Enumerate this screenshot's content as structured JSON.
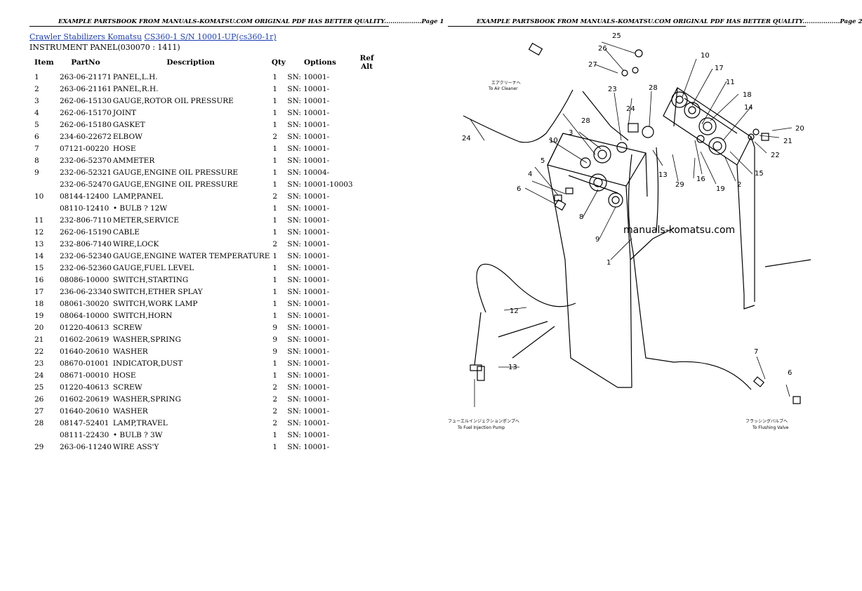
{
  "page1_header": "EXAMPLE PARTSBOOK FROM MANUALS-KOMATSU.COM ORIGINAL PDF HAS BETTER QUALITY..................Page 1",
  "page2_header": "EXAMPLE PARTSBOOK FROM MANUALS-KOMATSU.COM ORIGINAL PDF HAS BETTER QUALITY..................Page 2",
  "breadcrumb": {
    "link1": "Crawler Stabilizers Komatsu",
    "link2": "CS360-1 S/N 10001-UP(cs360-1r)"
  },
  "section_title": "INSTRUMENT PANEL(030070 : 1411)",
  "columns": [
    "Item",
    "PartNo",
    "Description",
    "Qty",
    "Options",
    "Ref Alt"
  ],
  "rows": [
    {
      "item": "1",
      "partno": "263-06-21171",
      "desc": "PANEL,L.H.",
      "qty": "1",
      "opt": "SN: 10001-"
    },
    {
      "item": "2",
      "partno": "263-06-21161",
      "desc": "PANEL,R.H.",
      "qty": "1",
      "opt": "SN: 10001-"
    },
    {
      "item": "3",
      "partno": "262-06-15130",
      "desc": "GAUGE,ROTOR OIL PRESSURE",
      "qty": "1",
      "opt": "SN: 10001-"
    },
    {
      "item": "4",
      "partno": "262-06-15170",
      "desc": "JOINT",
      "qty": "1",
      "opt": "SN: 10001-"
    },
    {
      "item": "5",
      "partno": "262-06-15180",
      "desc": "GASKET",
      "qty": "1",
      "opt": "SN: 10001-"
    },
    {
      "item": "6",
      "partno": "234-60-22672",
      "desc": "ELBOW",
      "qty": "2",
      "opt": "SN: 10001-"
    },
    {
      "item": "7",
      "partno": "07121-00220",
      "desc": "HOSE",
      "qty": "1",
      "opt": "SN: 10001-"
    },
    {
      "item": "8",
      "partno": "232-06-52370",
      "desc": "AMMETER",
      "qty": "1",
      "opt": "SN: 10001-"
    },
    {
      "item": "9",
      "partno": "232-06-52321",
      "desc": "GAUGE,ENGINE OIL PRESSURE",
      "qty": "1",
      "opt": "SN: 10004-"
    },
    {
      "item": "",
      "partno": "232-06-52470",
      "desc": "GAUGE,ENGINE OIL PRESSURE",
      "qty": "1",
      "opt": "SN: 10001-10003"
    },
    {
      "item": "10",
      "partno": "08144-12400",
      "desc": "LAMP,PANEL",
      "qty": "2",
      "opt": "SN: 10001-"
    },
    {
      "item": "",
      "partno": "08110-12410",
      "desc": "• BULB ? 12W",
      "qty": "1",
      "opt": "SN: 10001-"
    },
    {
      "item": "11",
      "partno": "232-806-7110",
      "desc": "METER,SERVICE",
      "qty": "1",
      "opt": "SN: 10001-"
    },
    {
      "item": "12",
      "partno": "262-06-15190",
      "desc": "CABLE",
      "qty": "1",
      "opt": "SN: 10001-"
    },
    {
      "item": "13",
      "partno": "232-806-7140",
      "desc": "WIRE,LOCK",
      "qty": "2",
      "opt": "SN: 10001-"
    },
    {
      "item": "14",
      "partno": "232-06-52340",
      "desc": "GAUGE,ENGINE WATER TEMPERATURE",
      "qty": "1",
      "opt": "SN: 10001-"
    },
    {
      "item": "15",
      "partno": "232-06-52360",
      "desc": "GAUGE,FUEL LEVEL",
      "qty": "1",
      "opt": "SN: 10001-"
    },
    {
      "item": "16",
      "partno": "08086-10000",
      "desc": "SWITCH,STARTING",
      "qty": "1",
      "opt": "SN: 10001-"
    },
    {
      "item": "17",
      "partno": "236-06-23340",
      "desc": "SWITCH,ETHER SPLAY",
      "qty": "1",
      "opt": "SN: 10001-"
    },
    {
      "item": "18",
      "partno": "08061-30020",
      "desc": "SWITCH,WORK LAMP",
      "qty": "1",
      "opt": "SN: 10001-"
    },
    {
      "item": "19",
      "partno": "08064-10000",
      "desc": "SWITCH,HORN",
      "qty": "1",
      "opt": "SN: 10001-"
    },
    {
      "item": "20",
      "partno": "01220-40613",
      "desc": "SCREW",
      "qty": "9",
      "opt": "SN: 10001-"
    },
    {
      "item": "21",
      "partno": "01602-20619",
      "desc": "WASHER,SPRING",
      "qty": "9",
      "opt": "SN: 10001-"
    },
    {
      "item": "22",
      "partno": "01640-20610",
      "desc": "WASHER",
      "qty": "9",
      "opt": "SN: 10001-"
    },
    {
      "item": "23",
      "partno": "08670-01001",
      "desc": "INDICATOR,DUST",
      "qty": "1",
      "opt": "SN: 10001-"
    },
    {
      "item": "24",
      "partno": "08671-00010",
      "desc": "HOSE",
      "qty": "1",
      "opt": "SN: 10001-"
    },
    {
      "item": "25",
      "partno": "01220-40613",
      "desc": "SCREW",
      "qty": "2",
      "opt": "SN: 10001-"
    },
    {
      "item": "26",
      "partno": "01602-20619",
      "desc": "WASHER,SPRING",
      "qty": "2",
      "opt": "SN: 10001-"
    },
    {
      "item": "27",
      "partno": "01640-20610",
      "desc": "WASHER",
      "qty": "2",
      "opt": "SN: 10001-"
    },
    {
      "item": "28",
      "partno": "08147-52401",
      "desc": "LAMP,TRAVEL",
      "qty": "2",
      "opt": "SN: 10001-"
    },
    {
      "item": "",
      "partno": "08111-22430",
      "desc": "• BULB ? 3W",
      "qty": "1",
      "opt": "SN: 10001-"
    },
    {
      "item": "29",
      "partno": "263-06-11240",
      "desc": "WIRE ASS'Y",
      "qty": "1",
      "opt": "SN: 10001-"
    }
  ],
  "diagram": {
    "watermark": "manuals-komatsu.com",
    "air_cleaner_jp": "エアクリーナヘ",
    "air_cleaner_en": "To Air Cleaner",
    "fuel_pump_jp": "フューエルインジェクションポンプへ",
    "fuel_pump_en": "To Fuel Injection Pump",
    "flushing_jp": "フラッシングバルブへ",
    "flushing_en": "To Flushing Valve",
    "callouts": [
      "1",
      "2",
      "3",
      "4",
      "5",
      "6",
      "7",
      "8",
      "9",
      "10",
      "11",
      "12",
      "13",
      "14",
      "15",
      "16",
      "17",
      "18",
      "19",
      "20",
      "21",
      "22",
      "23",
      "24",
      "25",
      "26",
      "27",
      "28",
      "29"
    ]
  }
}
